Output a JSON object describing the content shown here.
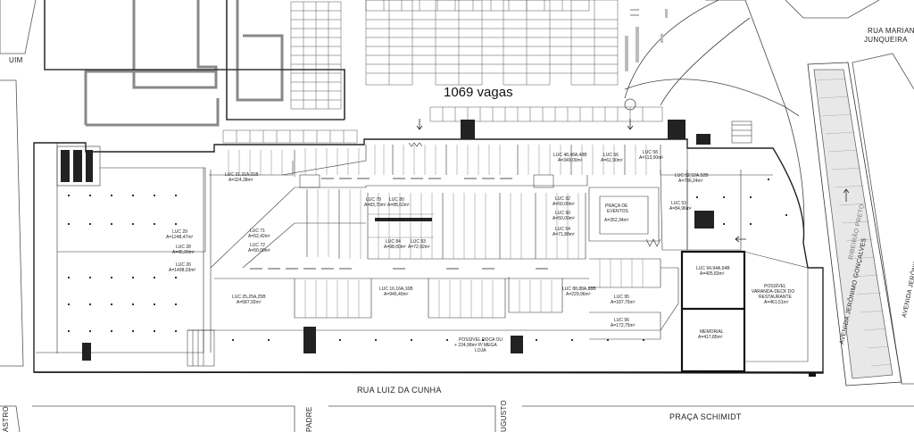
{
  "parking": {
    "spaces_label": "1069 vagas"
  },
  "streets": {
    "bottom": "RUA LUIZ DA CUNHA",
    "bottom_right": "PRAÇA SCHIMIDT",
    "top_right_1": "RUA MARIANA",
    "top_right_2": "JUNQUEIRA",
    "avenue_1": "AVENIDA JERÔNIMO GONÇALVES",
    "avenue_2": "AVENIDA JERÔNIMO GONÇALVES",
    "middle": "RIBEIRÃO PRETO",
    "left_fragment": "UIM",
    "bottom_left_fragment": "ASTRO",
    "padre_fragment": "PADRE",
    "augusto_fragment": "UGUSTO"
  },
  "stores": {
    "luc29": "LUC 29",
    "luc29_area": "A=1248,47m²",
    "luc28": "LUC 28",
    "luc28_area": "A=45,00m²",
    "luc26": "LUC 26",
    "luc26_area": "A=1498,03m²",
    "luc31": "LUC 31,31A,31B",
    "luc31_area": "A=324,38m²",
    "luc72": "LUC 72",
    "luc72_area": "A=50,00m²",
    "luc71": "LUC 71",
    "luc71_area": "A=52,42m²",
    "luc25": "LUC 25,25A,25B",
    "luc25_area": "A=587,92m²",
    "luc16": "LUC 16,16A,16B",
    "luc16_area": "A=946,40m²",
    "luc79": "LUC 79",
    "luc79_area": "A=83,70m²",
    "luc80": "LUC 80",
    "luc80_area": "A=88,62m²",
    "luc84": "LUC 84",
    "luc84_area": "A=98,00m²",
    "luc83": "LUC 83",
    "luc83_area": "A=72,92m²",
    "luc92": "LUC 92",
    "luc92_area": "A=50,00m²",
    "luc90": "LUC 90",
    "luc90_area": "A=50,00m²",
    "luc54": "LUC 54",
    "luc54_area": "A=71,88m²",
    "luc48": "LUC 48,48A,48B",
    "luc48_area": "A=349,00m²",
    "luc56": "LUC 56",
    "luc56_area": "A=61,90m²",
    "luc52": "LUC 52,52A,52B",
    "luc52_area": "A=786,24m²",
    "luc53": "LUC 53",
    "luc53_area": "A=84,96m²",
    "luc58": "LUC 58",
    "luc58_area": "A=113,00m²",
    "luc94": "LUC 94,94A,94B",
    "luc94_area": "A=405,83m²",
    "luc95": "LUC 95",
    "luc95_area": "A=187,75m²",
    "luc96": "LUC 96",
    "luc96_area": "A=172,75m²",
    "luc88": "LUC 88,88A,88B",
    "luc88_area": "A=229,96m²",
    "memorial": "MEMORIAL",
    "memorial_area": "A=417,85m²",
    "varanda_1": "POSSÍVEL",
    "varanda_2": "VARANDA-DECK DO",
    "varanda_3": "RESTAURANTE",
    "varanda_area": "A=461,51m²",
    "praca_1": "PRAÇA DE",
    "praca_2": "EVENTOS",
    "praca_area": "A=352,34m²",
    "doca_1": "POSSÍVEL DOCA OU",
    "doca_2": "+ 224,98m² P/ MEGA",
    "doca_3": "LOJA"
  }
}
